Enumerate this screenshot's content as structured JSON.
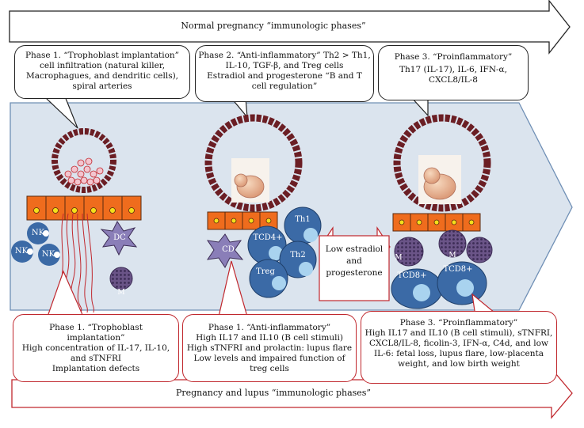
{
  "top_arrow": {
    "label": "Normal pregnancy “immunologic phases”"
  },
  "bottom_arrow": {
    "label": "Pregnancy and lupus “immunologic phases”"
  },
  "top_callouts": [
    {
      "title": "Phase 1. “Trophoblast implantation”",
      "lines": [
        "cell infiltration (natural killer,",
        "Macrophagues, and dendritic cells),",
        "spiral arteries"
      ]
    },
    {
      "title": "Phase 2. “Anti-inflammatory” Th2 > Th1,",
      "lines": [
        "IL-10, TGF-β, and Treg cells",
        "Estradiol and progesterone “B and T",
        "cell regulation”"
      ]
    },
    {
      "title": "Phase 3. “Proinflammatory”",
      "lines": [
        "Th17 (IL-17), IL-6, IFN-α,",
        "CXCL8/IL-8"
      ]
    }
  ],
  "bottom_callouts": [
    {
      "title": "Phase 1. “Trophoblast",
      "lines": [
        "implantation”",
        "High concentration of IL-17, IL-10,",
        "and sTNFRI",
        "Implantation defects"
      ]
    },
    {
      "title": "Phase 1. “Anti-inflammatory”",
      "lines": [
        "High IL17 and IL10 (B cell stimuli)",
        "High sTNFRI and prolactin: lupus flare",
        "Low levels and impaired function of",
        "treg cells"
      ]
    },
    {
      "title": "Phase 3. “Proinflammatory”",
      "lines": [
        "High IL17 and IL10 (B cell stimuli), sTNFRI,",
        "CXCL8/IL-8, ficolin-3, IFN-α, C4d, and low",
        "IL-6: fetal loss, lupus flare, low-placenta",
        "weight, and low birth weight"
      ]
    }
  ],
  "middle_arrow": {
    "lines": [
      "Low estradiol",
      "and",
      "progesterone"
    ]
  },
  "cells": {
    "nk": "NK",
    "dc": "DC",
    "m": "M",
    "th1": "Th1",
    "th2": "Th2",
    "tcd4": "TCD4+",
    "treg": "Treg",
    "cd": "CD",
    "tcd8": "TCD8+"
  },
  "colors": {
    "panel": "#dbe4ee",
    "panel_border": "#6f8fb5",
    "cell_blue": "#3b6aa6",
    "cell_inner": "#a9d3ef",
    "trophoblast": "#ef6c1d",
    "nucleus": "#f4df1a",
    "ring": "#6b1e24",
    "vessel_red": "#c0272d",
    "dc_purple": "#8a7eb8",
    "macrophage": "#5a4677"
  }
}
